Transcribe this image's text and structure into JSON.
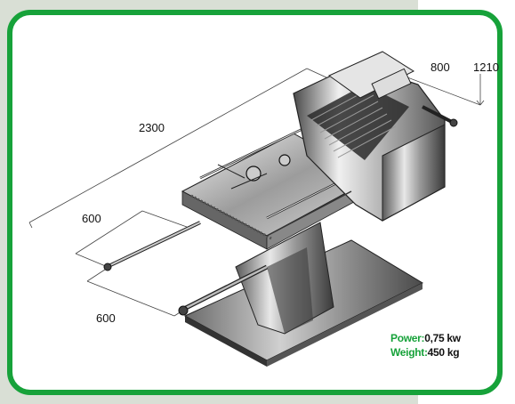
{
  "colors": {
    "border_green": "#17a23a",
    "label_green": "#17a23a",
    "background_sage": "#d9dfd5"
  },
  "dimensions": {
    "length": "2300",
    "width": "800",
    "height": "1210",
    "upper_extension": "600",
    "lower_extension": "600"
  },
  "specs": {
    "power_label": "Power:",
    "power_value": "0,75 kw",
    "weight_label": "Weight:",
    "weight_value": "450 kg"
  }
}
